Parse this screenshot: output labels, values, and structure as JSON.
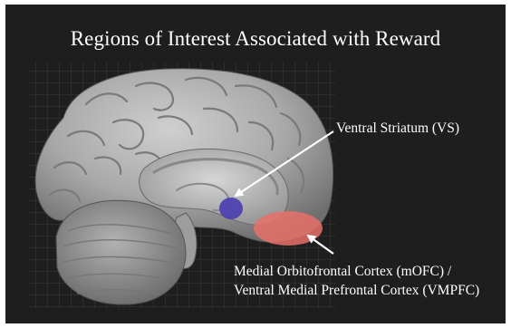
{
  "title": "Regions of Interest Associated with Reward",
  "regions": {
    "vs": {
      "label": "Ventral Striatum (VS)",
      "color": "#4a3fb0"
    },
    "mofc": {
      "label_line1": "Medial Orbitofrontal Cortex (mOFC) /",
      "label_line2": "Ventral Medial Prefrontal Cortex (VMPFC)",
      "color": "#e8706a"
    }
  },
  "colors": {
    "slide_background": "#1e1e1e",
    "text": "#ffffff",
    "arrow": "#ffffff",
    "brain": "#b8b8b8",
    "grid": "#3a3a3a"
  }
}
